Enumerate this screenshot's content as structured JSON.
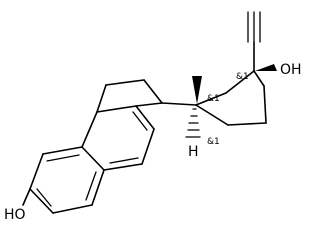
{
  "molecule": {
    "labels": {
      "oh_phenol": "HO",
      "oh_17": "OH",
      "h_14": "H",
      "stereo_c13": "&1",
      "stereo_c17": "&1",
      "stereo_c14": "&1"
    }
  }
}
